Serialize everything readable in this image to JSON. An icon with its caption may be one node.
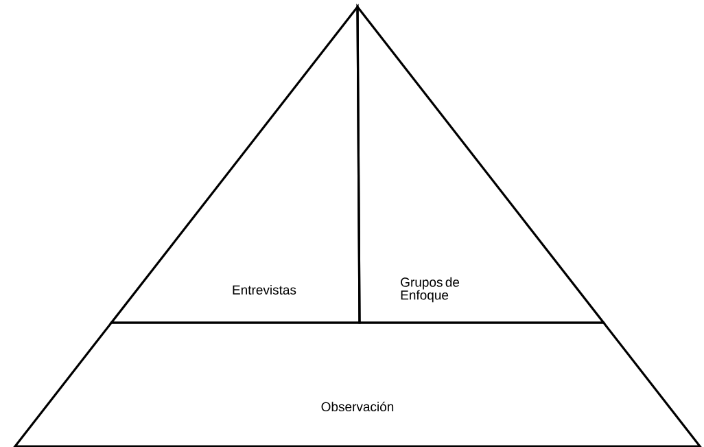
{
  "diagram": {
    "nodes": [
      {
        "text": [
          "Entrevistas"
        ]
      },
      {
        "text": [
          "Grupos de Enfoque"
        ]
      },
      {
        "text": [
          "Observación"
        ]
      }
    ]
  }
}
